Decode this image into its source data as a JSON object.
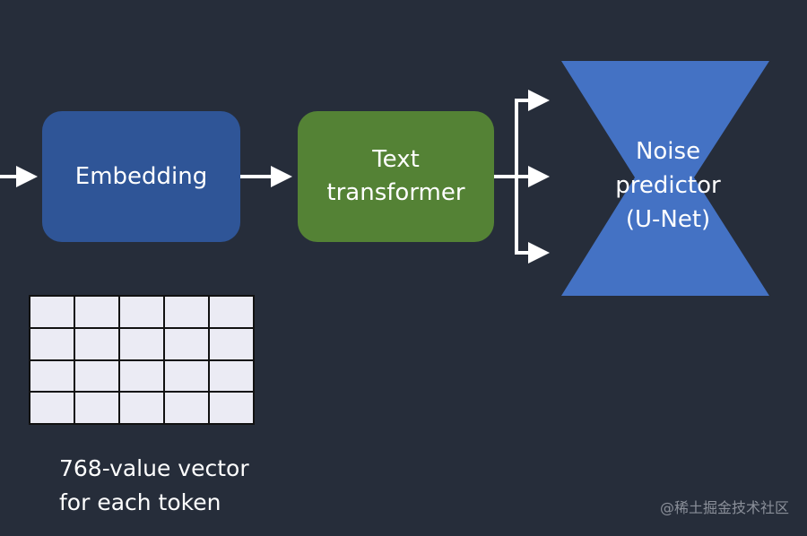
{
  "embedding": {
    "label": "Embedding"
  },
  "text_transformer": {
    "lines": [
      "Text",
      "transformer"
    ]
  },
  "noise_predictor": {
    "lines": [
      "Noise",
      "predictor",
      "(U-Net)"
    ]
  },
  "vector_caption": {
    "lines": [
      "768-value vector",
      "for each token"
    ]
  },
  "grid": {
    "rows": 4,
    "cols": 5
  },
  "watermark": "@稀土掘金技术社区",
  "colors": {
    "background": "#262d3a",
    "embedding_box": "#2f5597",
    "text_transformer_box": "#548235",
    "unet_shape": "#4472c4",
    "arrow": "#ffffff",
    "grid_cell": "#ebebf4"
  }
}
